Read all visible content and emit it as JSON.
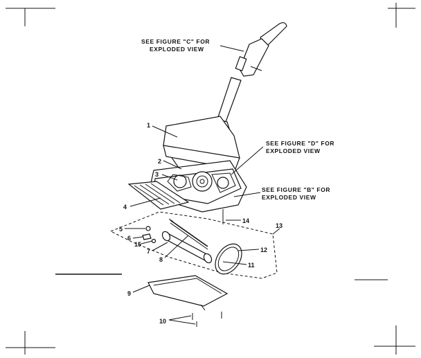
{
  "callouts": {
    "figure_c_line1": "SEE FIGURE \"C\" FOR",
    "figure_c_line2": "EXPLODED VIEW",
    "figure_d_line1": "SEE FIGURE \"D\" FOR",
    "figure_d_line2": "EXPLODED VIEW",
    "figure_b_line1": "SEE FIGURE \"B\" FOR",
    "figure_b_line2": "EXPLODED VIEW"
  },
  "part_numbers": {
    "p1": "1",
    "p2": "2",
    "p3": "3",
    "p4": "4",
    "p5": "5",
    "p6": "6",
    "p7": "7",
    "p8": "8",
    "p9": "9",
    "p10": "10",
    "p11": "11",
    "p12": "12",
    "p13": "13",
    "p14": "14",
    "p15": "15"
  }
}
